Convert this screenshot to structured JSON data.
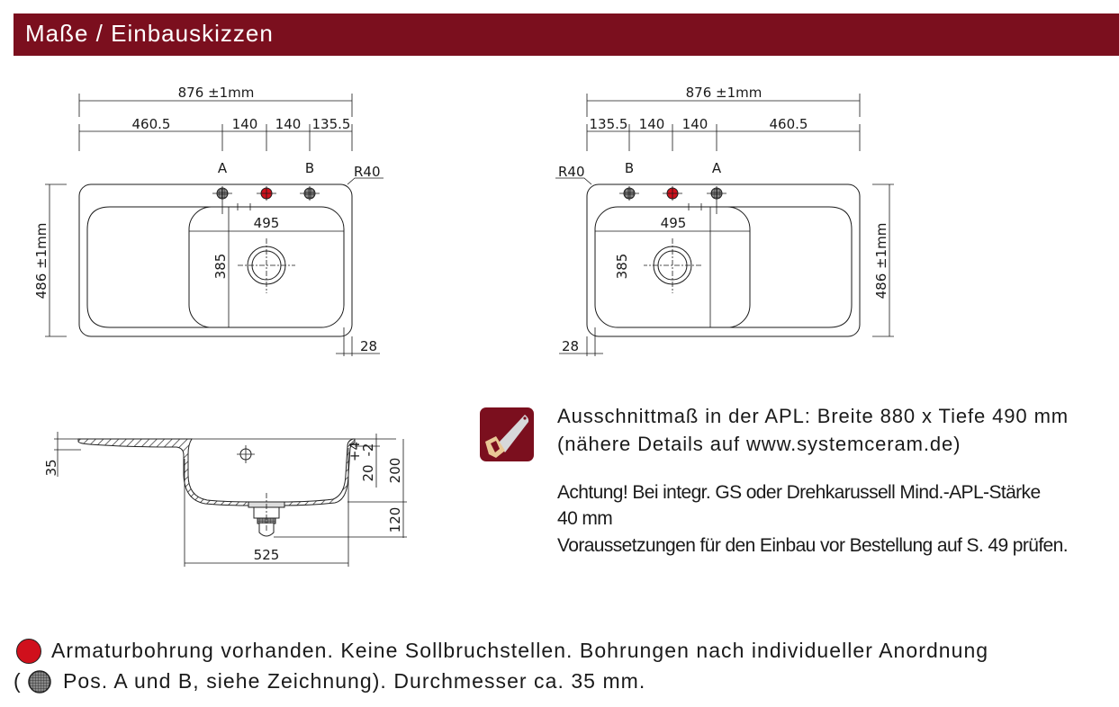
{
  "header": {
    "title": "Maße / Einbauskizzen"
  },
  "top_left": {
    "overall_width": "876 ±1mm",
    "segments": [
      "460.5",
      "140",
      "140",
      "135.5"
    ],
    "label_a": "A",
    "label_b": "B",
    "radius": "R40",
    "bowl_width": "495",
    "bowl_depth": "385",
    "overall_depth": "486 ±1mm",
    "rim": "28"
  },
  "top_right": {
    "overall_width": "876 ±1mm",
    "segments": [
      "135.5",
      "140",
      "140",
      "460.5"
    ],
    "label_a": "A",
    "label_b": "B",
    "radius": "R40",
    "bowl_width": "495",
    "bowl_depth": "385",
    "overall_depth": "486 ±1mm",
    "rim": "28"
  },
  "section": {
    "thickness": "35",
    "depth": "200",
    "tolerance": "20",
    "tol_plus": "+4",
    "tol_minus": "-2",
    "drain_height": "120",
    "bowl_length": "525"
  },
  "info": {
    "cutout_line1": "Ausschnittmaß in der APL: Breite 880 x Tiefe 490 mm",
    "cutout_line2": "(nähere Details auf www.systemceram.de)",
    "warning_line1": "Achtung! Bei integr. GS oder Drehkarussell Mind.-APL-Stärke",
    "warning_line2": "40 mm",
    "warning_line3": "Voraussetzungen für den Einbau vor Bestellung auf S. 49 prüfen."
  },
  "footer": {
    "line1": "Armaturbohrung vorhanden. Keine Sollbruchstellen. Bohrungen nach individueller Anordnung",
    "line2_open": "(",
    "line2": "Pos. A und B, siehe Zeichnung). Durchmesser ca. 35 mm."
  },
  "colors": {
    "brand": "#7b0f1e",
    "tap_hole": "#d0101c",
    "optional_hole": "#555555"
  }
}
